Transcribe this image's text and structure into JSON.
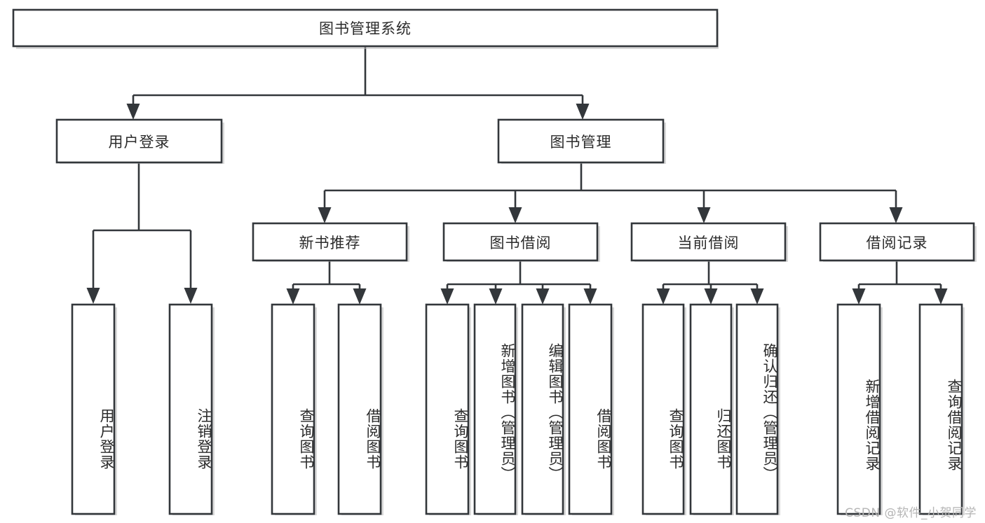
{
  "diagram": {
    "title": "图书管理系统",
    "type": "tree",
    "root": {
      "id": "root",
      "label": "图书管理系统",
      "orientation": "horizontal"
    },
    "level2": [
      {
        "id": "user-login",
        "label": "用户登录",
        "orientation": "horizontal"
      },
      {
        "id": "book-manage",
        "label": "图书管理",
        "orientation": "horizontal"
      }
    ],
    "level3": [
      {
        "id": "new-book-recommend",
        "label": "新书推荐",
        "orientation": "horizontal",
        "parent": "book-manage"
      },
      {
        "id": "book-borrow",
        "label": "图书借阅",
        "orientation": "horizontal",
        "parent": "book-manage"
      },
      {
        "id": "current-borrow",
        "label": "当前借阅",
        "orientation": "horizontal",
        "parent": "book-manage"
      },
      {
        "id": "borrow-record",
        "label": "借阅记录",
        "orientation": "horizontal",
        "parent": "book-manage"
      }
    ],
    "leaves": [
      {
        "id": "leaf-user-login",
        "label": "用户登录",
        "parent": "user-login",
        "orientation": "vertical"
      },
      {
        "id": "leaf-user-logout",
        "label": "注销登录",
        "parent": "user-login",
        "orientation": "vertical"
      },
      {
        "id": "leaf-query-book-1",
        "label": "查询图书",
        "parent": "new-book-recommend",
        "orientation": "vertical"
      },
      {
        "id": "leaf-borrow-book-1",
        "label": "借阅图书",
        "parent": "new-book-recommend",
        "orientation": "vertical"
      },
      {
        "id": "leaf-query-book-2",
        "label": "查询图书",
        "parent": "book-borrow",
        "orientation": "vertical"
      },
      {
        "id": "leaf-add-book",
        "label": "新增图书（管理员）",
        "parent": "book-borrow",
        "orientation": "vertical"
      },
      {
        "id": "leaf-edit-book",
        "label": "编辑图书（管理员）",
        "parent": "book-borrow",
        "orientation": "vertical"
      },
      {
        "id": "leaf-borrow-book-2",
        "label": "借阅图书",
        "parent": "book-borrow",
        "orientation": "vertical"
      },
      {
        "id": "leaf-query-book-3",
        "label": "查询图书",
        "parent": "current-borrow",
        "orientation": "vertical"
      },
      {
        "id": "leaf-return-book",
        "label": "归还图书",
        "parent": "current-borrow",
        "orientation": "vertical"
      },
      {
        "id": "leaf-confirm-return",
        "label": "确认归还（管理员）",
        "parent": "current-borrow",
        "orientation": "vertical"
      },
      {
        "id": "leaf-add-record",
        "label": "新增借阅记录",
        "parent": "borrow-record",
        "orientation": "vertical"
      },
      {
        "id": "leaf-query-record",
        "label": "查询借阅记录",
        "parent": "borrow-record",
        "orientation": "vertical"
      }
    ],
    "colors": {
      "box_stroke": "#33373b",
      "box_fill": "#ffffff",
      "text": "#2b2b2b",
      "connector": "#33373b",
      "background": "#ffffff",
      "watermark": "#b5b5b5"
    }
  },
  "watermark": {
    "text": "CSDN @软件_小贺同学"
  }
}
